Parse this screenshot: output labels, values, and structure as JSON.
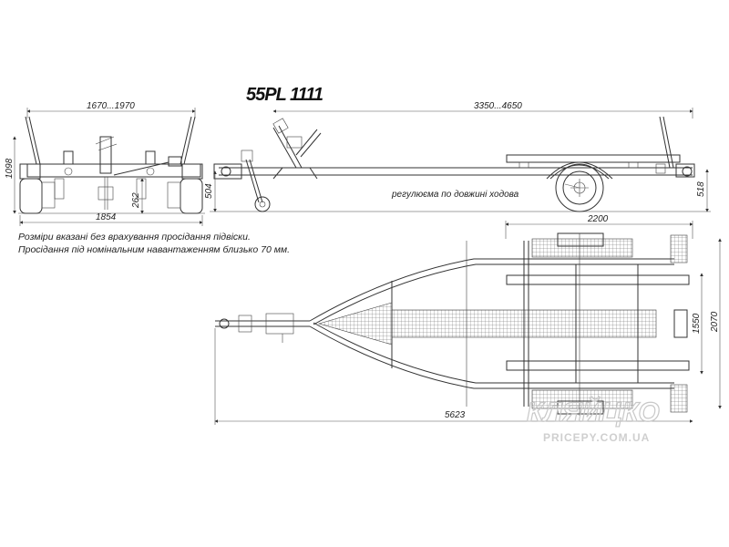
{
  "title": "55PL 1111",
  "dimensions": {
    "track_range": "1670...1970",
    "height_left": "1098",
    "axle_width": "1854",
    "clearance": "262",
    "hitch_height": "504",
    "length_range": "3350...4650",
    "frame_height": "518",
    "bed_length": "2200",
    "width_inner": "1550",
    "width_outer": "2070",
    "total_length": "5623"
  },
  "labels": {
    "axle_adjust": "регулюєма по довжині ходова"
  },
  "notes": [
    "Розміри вказані без врахування просідання підвіски.",
    "Просідання під номінальним навантаженням близько 70 мм."
  ],
  "watermark": {
    "logo": "КЛЯЙЦКО",
    "site": "PRICEPY.COM.UA"
  }
}
